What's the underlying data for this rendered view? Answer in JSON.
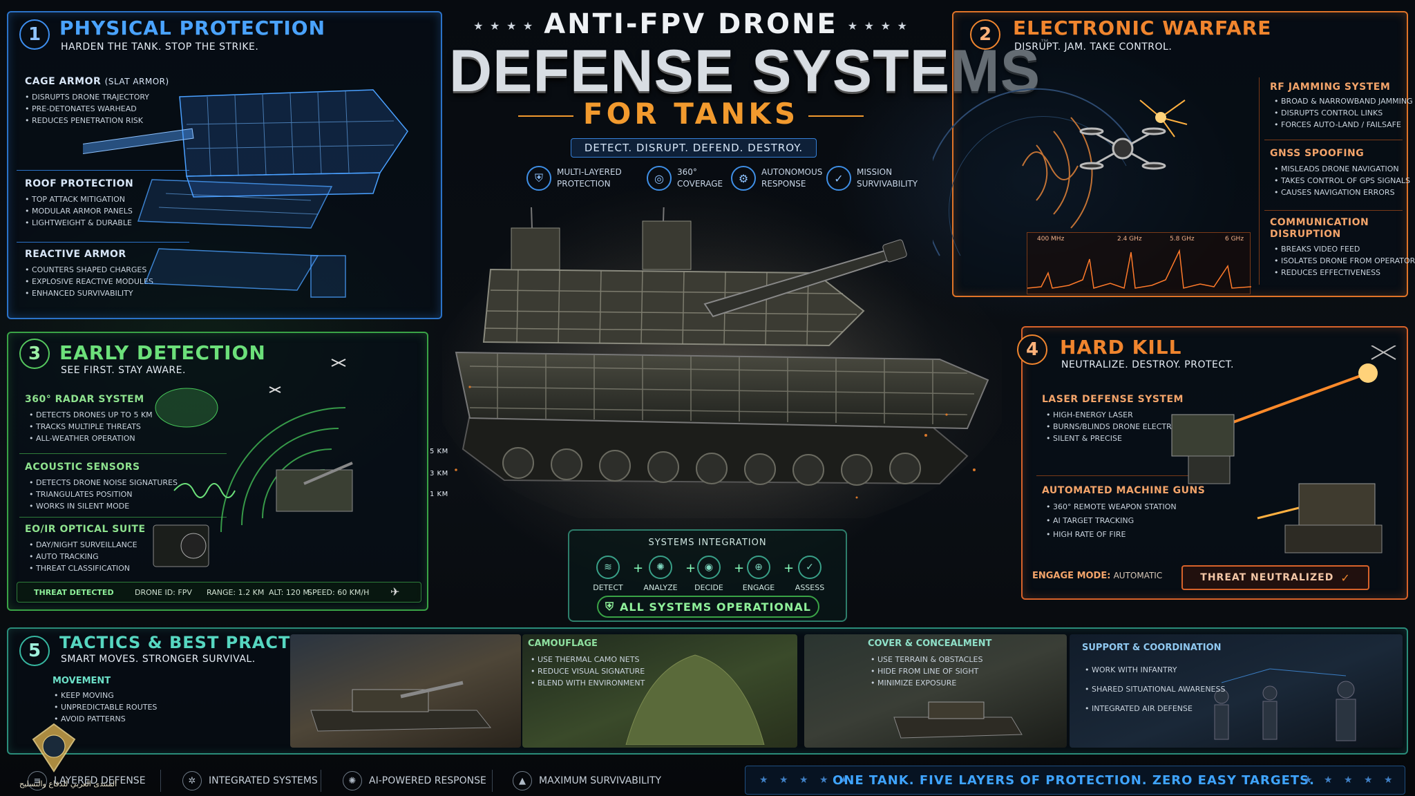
{
  "header": {
    "stars_left": "★ ★ ★ ★",
    "stars_right": "★ ★ ★ ★",
    "line1": "ANTI-FPV DRONE",
    "line2": "DEFENSE SYSTEMS",
    "tm": "™",
    "line3": "FOR TANKS",
    "tagline": "DETECT. DISRUPT. DEFEND. DESTROY.",
    "features": [
      {
        "icon": "shield-icon",
        "label": "MULTI-LAYERED\nPROTECTION"
      },
      {
        "icon": "radar-icon",
        "label": "360°\nCOVERAGE"
      },
      {
        "icon": "gear-icon",
        "label": "AUTONOMOUS\nRESPONSE"
      },
      {
        "icon": "shield-check-icon",
        "label": "MISSION\nSURVIVABILITY"
      }
    ]
  },
  "physical": {
    "num": "1",
    "title": "PHYSICAL PROTECTION",
    "subtitle": "HARDEN THE TANK. STOP THE STRIKE.",
    "blocks": [
      {
        "title": "CAGE ARMOR",
        "title_note": "(SLAT ARMOR)",
        "items": [
          "DISRUPTS DRONE TRAJECTORY",
          "PRE-DETONATES WARHEAD",
          "REDUCES PENETRATION RISK"
        ]
      },
      {
        "title": "ROOF PROTECTION",
        "items": [
          "TOP ATTACK MITIGATION",
          "MODULAR ARMOR PANELS",
          "LIGHTWEIGHT & DURABLE"
        ]
      },
      {
        "title": "REACTIVE ARMOR",
        "items": [
          "COUNTERS SHAPED CHARGES",
          "EXPLOSIVE REACTIVE MODULES",
          "ENHANCED SURVIVABILITY"
        ]
      }
    ]
  },
  "electronic": {
    "num": "2",
    "title": "ELECTRONIC WARFARE",
    "subtitle": "DISRUPT. JAM. TAKE CONTROL.",
    "blocks": [
      {
        "title": "RF JAMMING SYSTEM",
        "items": [
          "BROAD & NARROWBAND JAMMING",
          "DISRUPTS CONTROL LINKS",
          "FORCES AUTO-LAND / FAILSAFE"
        ]
      },
      {
        "title": "GNSS SPOOFING",
        "items": [
          "MISLEADS DRONE NAVIGATION",
          "TAKES CONTROL OF GPS SIGNALS",
          "CAUSES NAVIGATION ERRORS"
        ]
      },
      {
        "title": "COMMUNICATION\nDISRUPTION",
        "items": [
          "BREAKS VIDEO FEED",
          "ISOLATES DRONE FROM OPERATOR",
          "REDUCES EFFECTIVENESS"
        ]
      }
    ],
    "spectrum_labels": [
      "400 MHz",
      "2.4 GHz",
      "5.8 GHz",
      "6 GHz"
    ]
  },
  "detection": {
    "num": "3",
    "title": "EARLY DETECTION",
    "subtitle": "SEE FIRST. STAY AWARE.",
    "blocks": [
      {
        "title": "360° RADAR SYSTEM",
        "items": [
          "DETECTS DRONES UP TO 5 KM",
          "TRACKS MULTIPLE THREATS",
          "ALL-WEATHER OPERATION"
        ]
      },
      {
        "title": "ACOUSTIC SENSORS",
        "items": [
          "DETECTS DRONE NOISE SIGNATURES",
          "TRIANGULATES POSITION",
          "WORKS IN SILENT MODE"
        ]
      },
      {
        "title": "EO/IR OPTICAL SUITE",
        "items": [
          "DAY/NIGHT SURVEILLANCE",
          "AUTO TRACKING",
          "THREAT CLASSIFICATION"
        ]
      }
    ],
    "ranges": [
      "5 KM",
      "3 KM",
      "1 KM"
    ],
    "status": {
      "alert": "THREAT DETECTED",
      "drone_id": "DRONE ID: FPV",
      "range": "RANGE: 1.2 KM",
      "alt": "ALT: 120 M",
      "speed": "SPEED: 60 KM/H"
    }
  },
  "hardkill": {
    "num": "4",
    "title": "HARD KILL",
    "subtitle": "NEUTRALIZE. DESTROY. PROTECT.",
    "blocks": [
      {
        "title": "LASER DEFENSE SYSTEM",
        "items": [
          "HIGH-ENERGY LASER",
          "BURNS/BLINDS DRONE ELECTRONICS",
          "SILENT & PRECISE"
        ]
      },
      {
        "title": "AUTOMATED MACHINE GUNS",
        "items": [
          "360° REMOTE WEAPON STATION",
          "AI TARGET TRACKING",
          "HIGH RATE OF FIRE"
        ]
      }
    ],
    "engage_label": "ENGAGE MODE:",
    "engage_value": "AUTOMATIC",
    "threat_button": "THREAT NEUTRALIZED"
  },
  "integration": {
    "title": "SYSTEMS INTEGRATION",
    "steps": [
      {
        "icon": "wifi-icon",
        "label": "DETECT"
      },
      {
        "icon": "brain-icon",
        "label": "ANALYZE"
      },
      {
        "icon": "target-icon",
        "label": "DECIDE"
      },
      {
        "icon": "crosshair-icon",
        "label": "ENGAGE"
      },
      {
        "icon": "check-icon",
        "label": "ASSESS"
      }
    ],
    "status": "ALL SYSTEMS OPERATIONAL"
  },
  "tactics": {
    "num": "5",
    "title": "TACTICS & BEST PRACTICES",
    "subtitle": "SMART MOVES. STRONGER SURVIVAL.",
    "cards": [
      {
        "title": "MOVEMENT",
        "items": [
          "KEEP MOVING",
          "UNPREDICTABLE ROUTES",
          "AVOID PATTERNS"
        ]
      },
      {
        "title": "CAMOUFLAGE",
        "items": [
          "USE THERMAL CAMO NETS",
          "REDUCE VISUAL SIGNATURE",
          "BLEND WITH ENVIRONMENT"
        ]
      },
      {
        "title": "COVER & CONCEALMENT",
        "items": [
          "USE TERRAIN & OBSTACLES",
          "HIDE FROM LINE OF SIGHT",
          "MINIMIZE EXPOSURE"
        ]
      },
      {
        "title": "SUPPORT & COORDINATION",
        "items": [
          "WORK WITH INFANTRY",
          "SHARED SITUATIONAL AWARENESS",
          "INTEGRATED AIR DEFENSE"
        ]
      }
    ]
  },
  "footer": {
    "items": [
      {
        "icon": "layers-icon",
        "label": "LAYERED DEFENSE"
      },
      {
        "icon": "network-icon",
        "label": "INTEGRATED SYSTEMS"
      },
      {
        "icon": "ai-icon",
        "label": "AI-POWERED RESPONSE"
      },
      {
        "icon": "warning-icon",
        "label": "MAXIMUM SURVIVABILITY"
      }
    ],
    "stars": "★ ★ ★ ★ ★",
    "slogan": "ONE TANK. FIVE LAYERS OF PROTECTION.  ZERO EASY TARGETS.",
    "watermark": "المنتدى العربي للدفاع والتسليح"
  },
  "colors": {
    "blue": "#3e8ff0",
    "orange": "#f0852e",
    "green": "#55c85e",
    "teal": "#36b7a0"
  }
}
